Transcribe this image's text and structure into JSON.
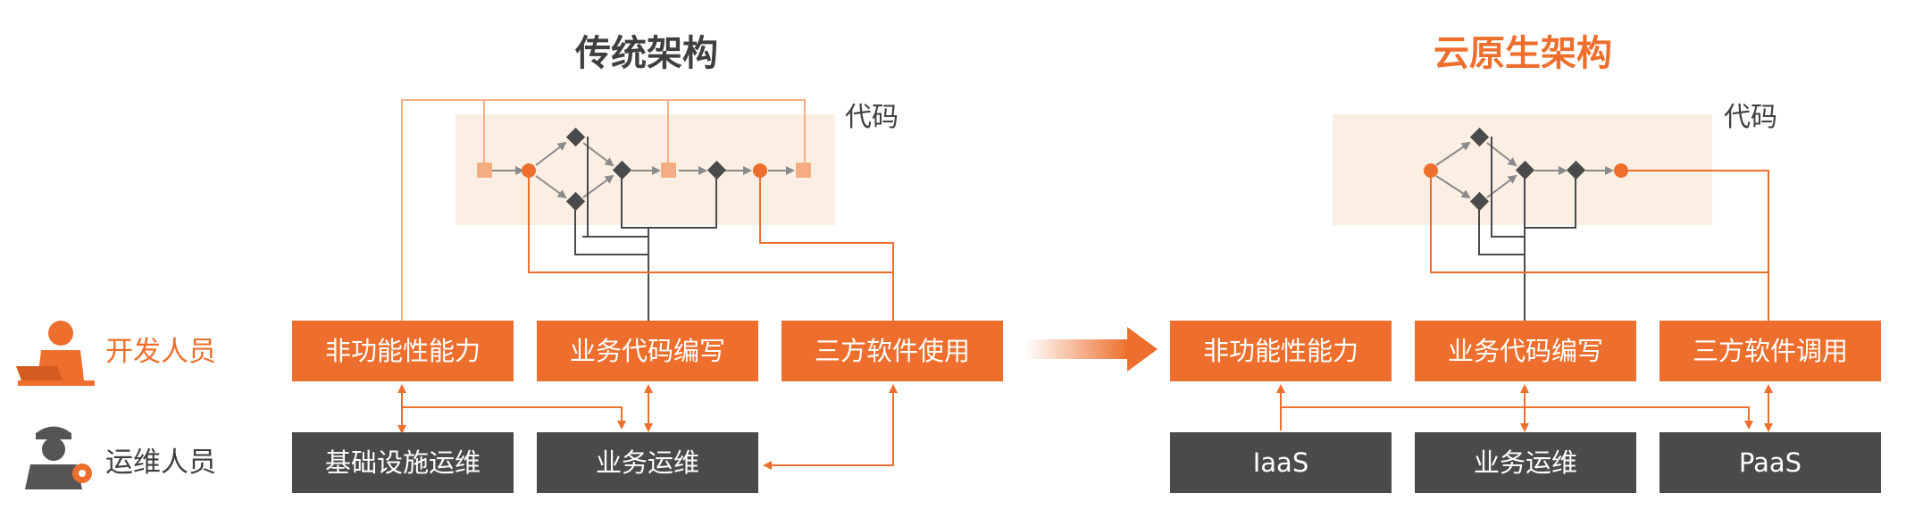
{
  "traditional": {
    "title": "传统架构",
    "code_label": "代码",
    "dev_boxes": [
      "非功能性能力",
      "业务代码编写",
      "三方软件使用"
    ],
    "ops_boxes": [
      "基础设施运维",
      "业务运维"
    ]
  },
  "cloud_native": {
    "title": "云原生架构",
    "code_label": "代码",
    "dev_boxes": [
      "非功能性能力",
      "业务代码编写",
      "三方软件调用"
    ],
    "ops_boxes": [
      "IaaS",
      "业务运维",
      "PaaS"
    ]
  },
  "roles": {
    "developer": "开发人员",
    "operations": "运维人员"
  },
  "colors": {
    "accent": "#ee6f2d",
    "accent_light": "#f5ad84",
    "dark": "#4a4a4a",
    "code_bg": "#fbeee2",
    "text": "#3f3f3f"
  },
  "icons": {
    "developer": "developer-person-icon",
    "operations": "operations-person-icon",
    "transition": "transition-arrow-icon"
  }
}
